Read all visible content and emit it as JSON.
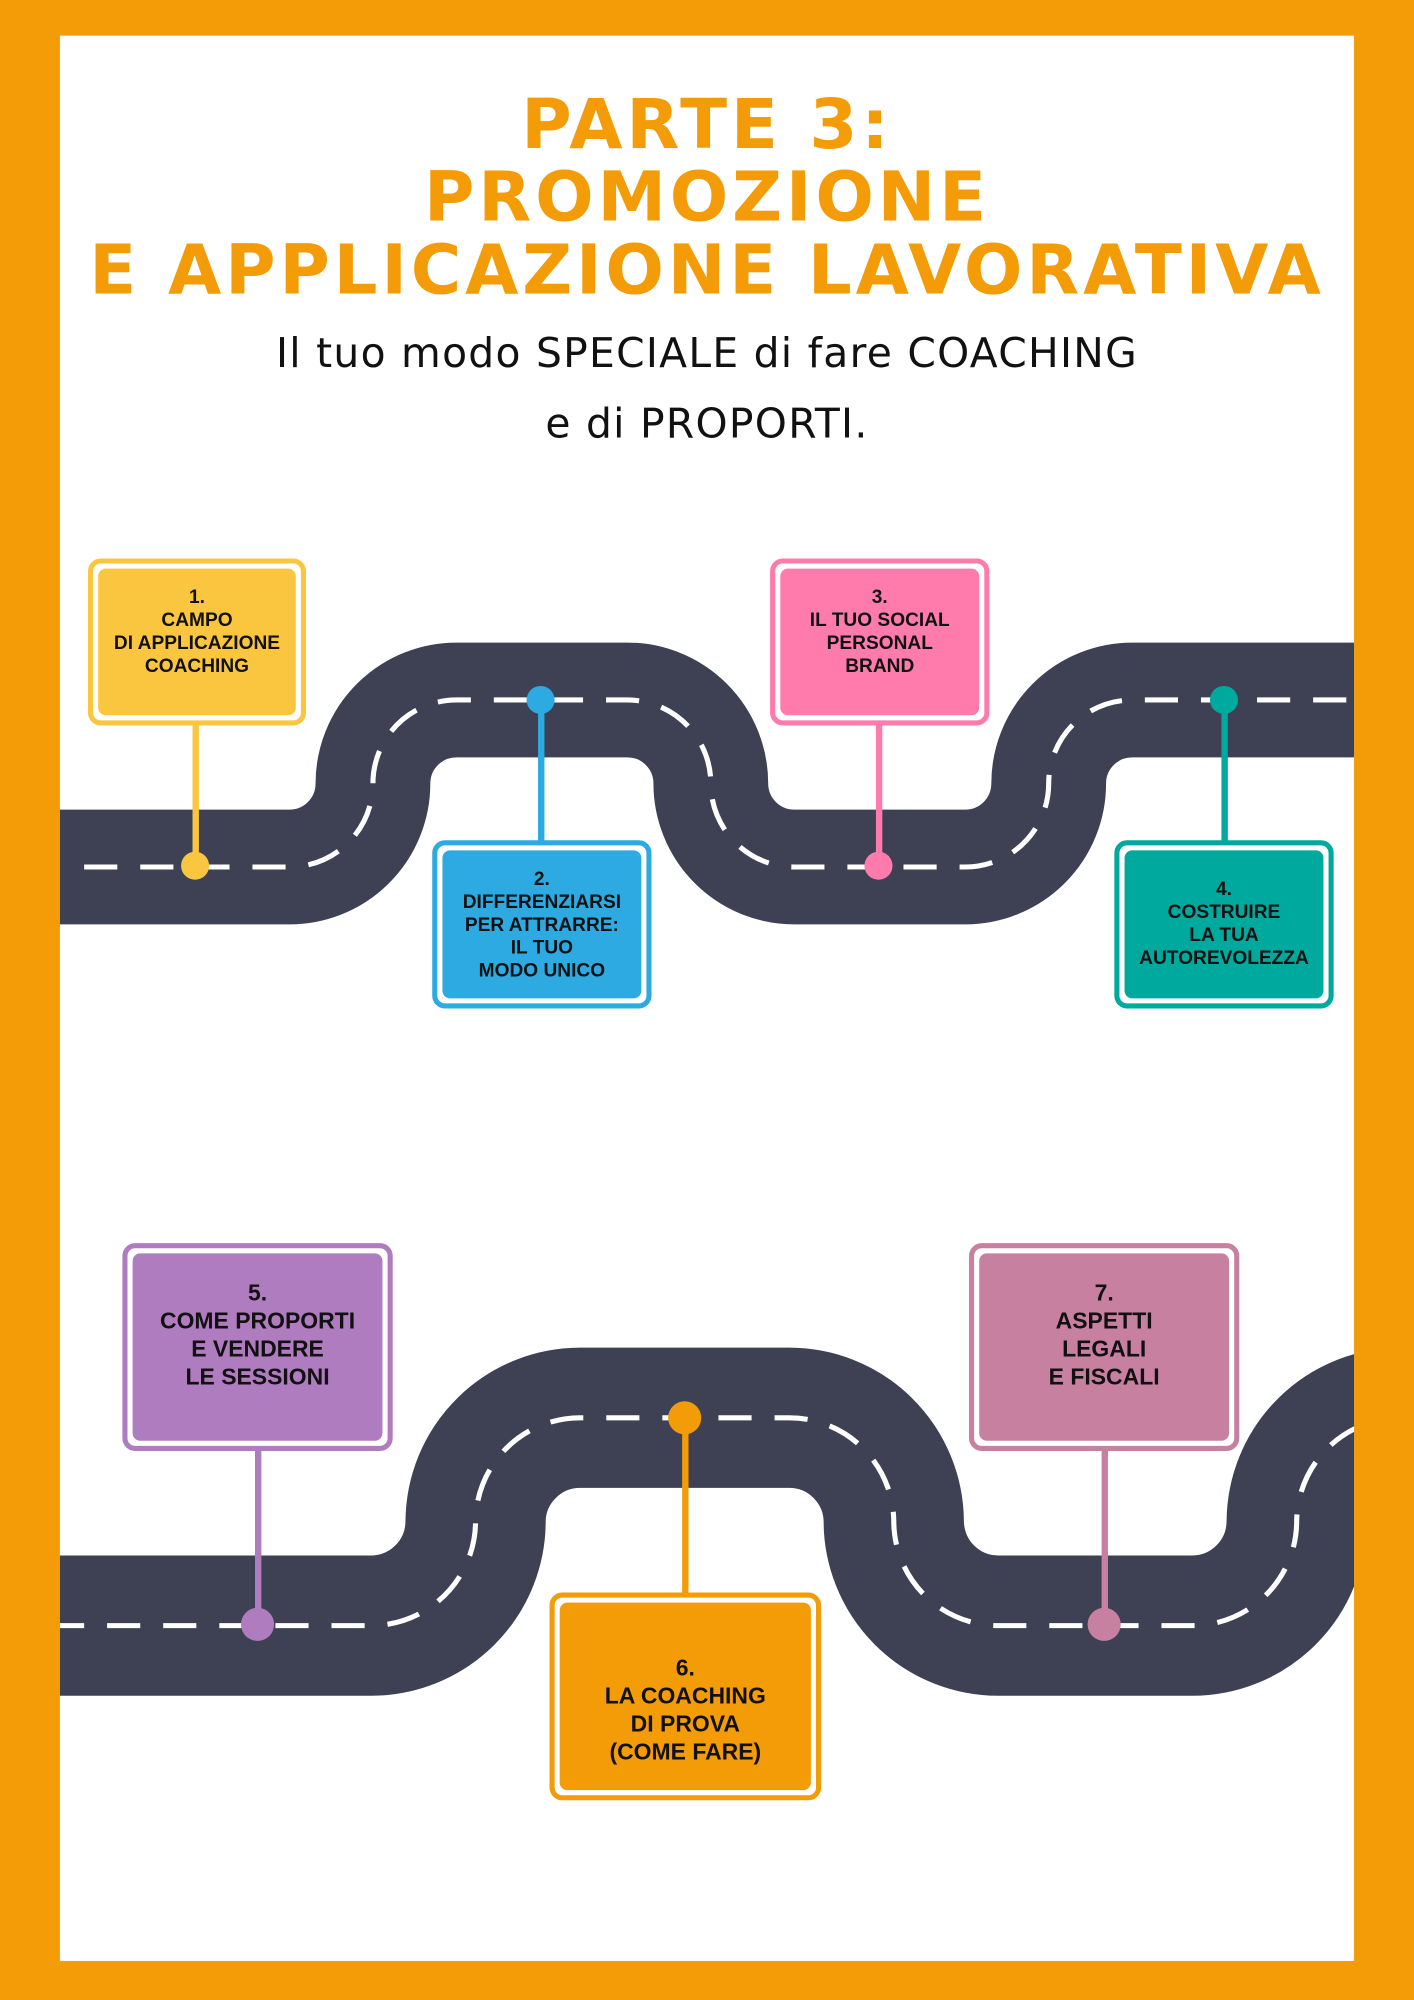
{
  "title": {
    "line1": "PARTE 3:",
    "line2": "PROMOZIONE",
    "line3": "E APPLICAZIONE LAVORATIVA"
  },
  "subtitle": {
    "line1": "Il tuo modo SPECIALE di fare COACHING",
    "line2": "e di PROPORTI."
  },
  "colors": {
    "border": "#F39C07",
    "road": "#3E4153",
    "title": "#F39C07"
  },
  "steps": [
    {
      "num": "1.",
      "lines": [
        "CAMPO",
        "DI APPLICAZIONE",
        "COACHING"
      ],
      "color": "#FBC63F"
    },
    {
      "num": "2.",
      "lines": [
        "DIFFERENZIARSI",
        "PER ATTRARRE:",
        "IL TUO",
        "MODO UNICO"
      ],
      "color": "#2CAAE1"
    },
    {
      "num": "3.",
      "lines": [
        "IL TUO SOCIAL",
        "PERSONAL",
        "BRAND"
      ],
      "color": "#FF7BAC"
    },
    {
      "num": "4.",
      "lines": [
        "COSTRUIRE",
        "LA TUA",
        "AUTOREVOLEZZA"
      ],
      "color": "#00A99D"
    },
    {
      "num": "5.",
      "lines": [
        "COME PROPORTI",
        "E VENDERE",
        "LE SESSIONI"
      ],
      "color": "#B07CC0"
    },
    {
      "num": "6.",
      "lines": [
        "LA COACHING",
        "DI PROVA",
        "(COME FARE)"
      ],
      "color": "#F39C07"
    },
    {
      "num": "7.",
      "lines": [
        "ASPETTI",
        "LEGALI",
        "E FISCALI"
      ],
      "color": "#C880A0"
    }
  ]
}
